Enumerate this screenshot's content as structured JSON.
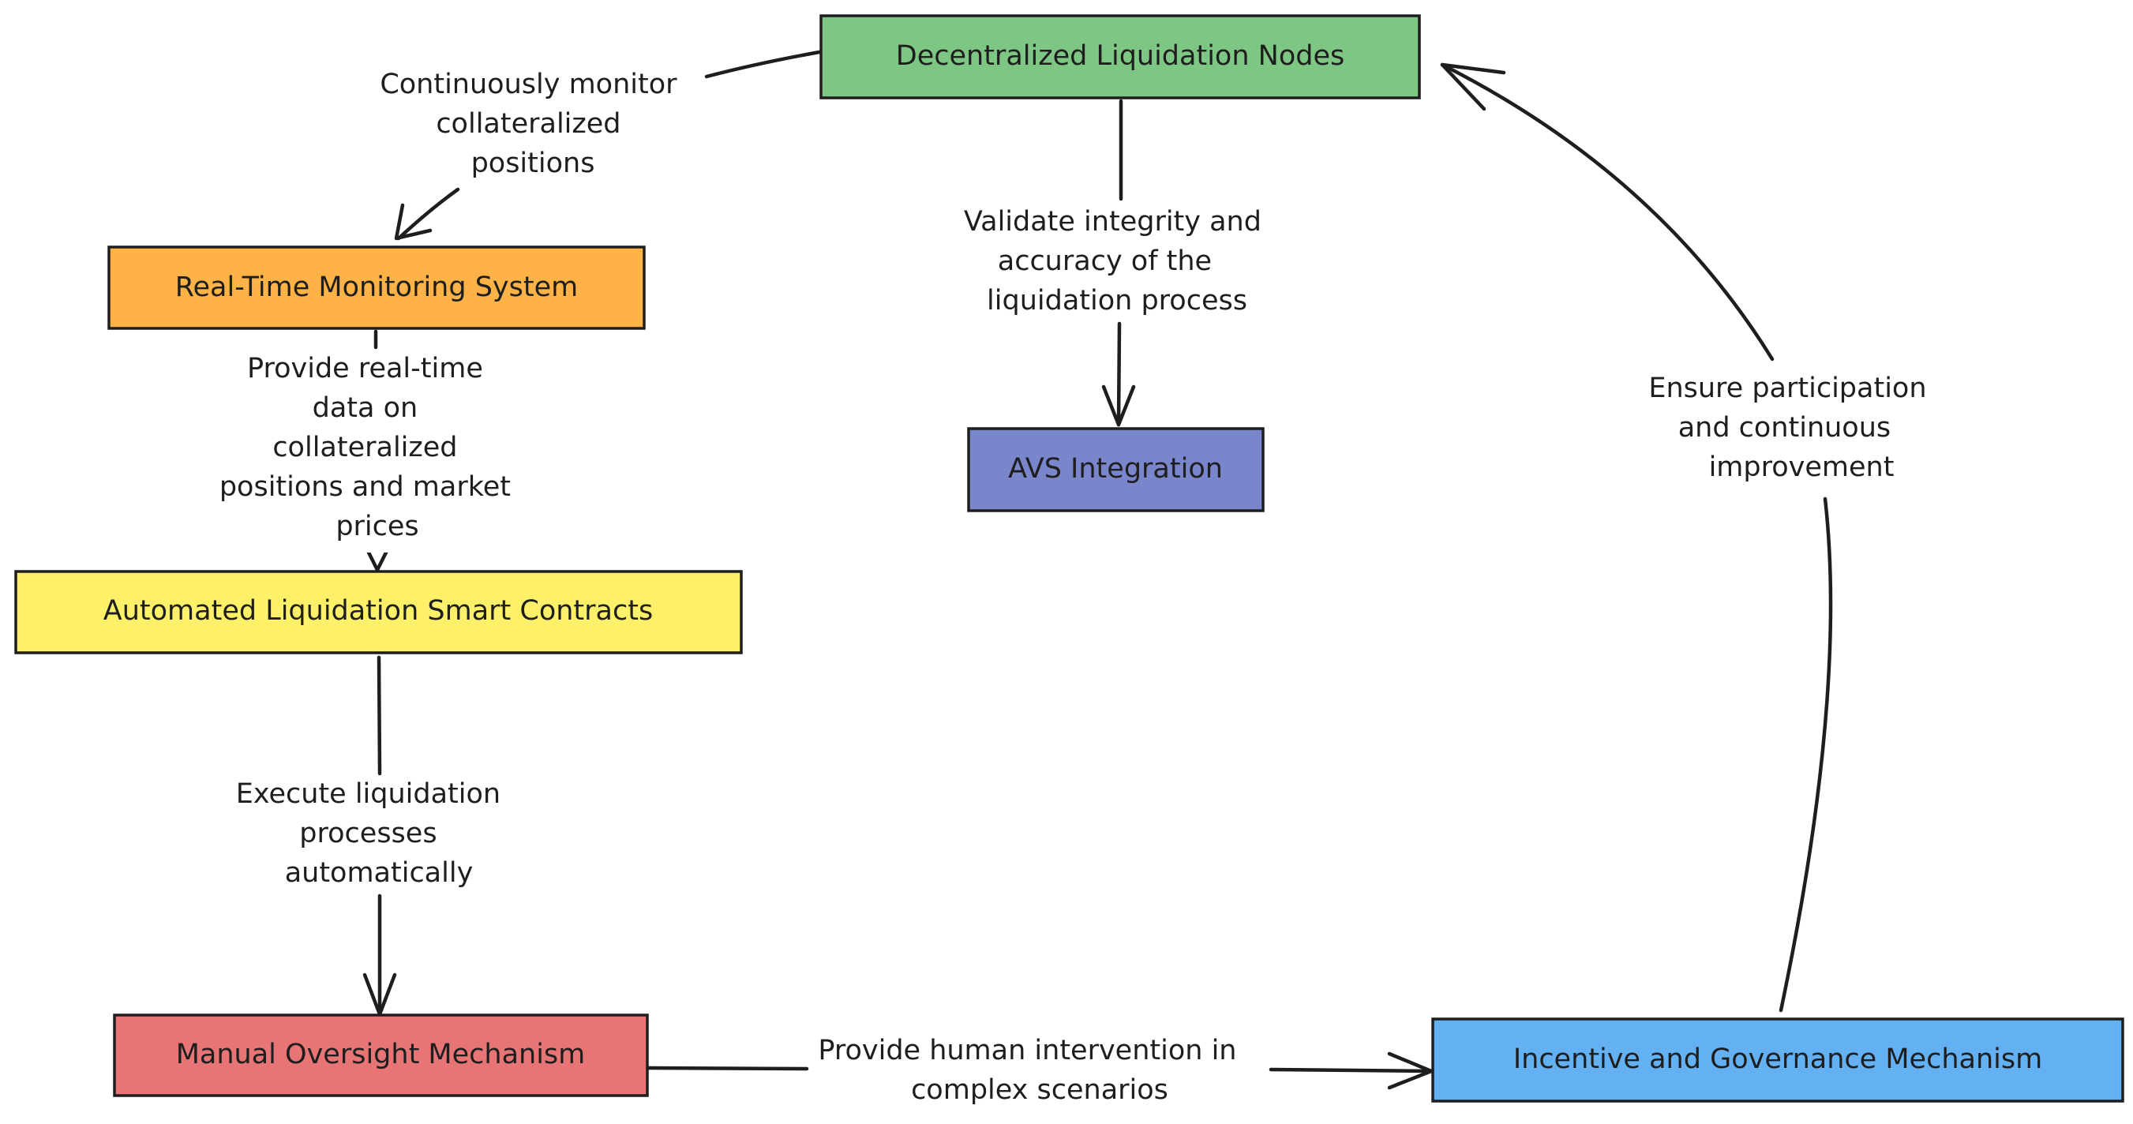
{
  "diagram": {
    "nodes": {
      "decentralized_nodes": {
        "label": "Decentralized Liquidation Nodes",
        "color": "#7ec683"
      },
      "monitoring": {
        "label": "Real-Time Monitoring System",
        "color": "#ffb347"
      },
      "smart_contracts": {
        "label": "Automated Liquidation Smart Contracts",
        "color": "#fff06a"
      },
      "manual_oversight": {
        "label": "Manual Oversight Mechanism",
        "color": "#e87575"
      },
      "avs": {
        "label": "AVS Integration",
        "color": "#7a86cc"
      },
      "incentive": {
        "label": "Incentive and Governance Mechanism",
        "color": "#63b0f2"
      }
    },
    "edges": {
      "monitor_positions": {
        "lines": [
          "Continuously monitor",
          "collateralized",
          "positions"
        ]
      },
      "realtime_data": {
        "lines": [
          "Provide real-time",
          "data on",
          "collateralized",
          "positions and market",
          "prices"
        ]
      },
      "execute": {
        "lines": [
          "Execute liquidation",
          "processes",
          "automatically"
        ]
      },
      "human_intervention": {
        "lines": [
          "Provide human intervention in",
          "complex scenarios"
        ]
      },
      "validate": {
        "lines": [
          "Validate integrity and",
          "accuracy of the",
          "liquidation process"
        ]
      },
      "participation": {
        "lines": [
          "Ensure participation",
          "and continuous",
          "improvement"
        ]
      }
    }
  }
}
